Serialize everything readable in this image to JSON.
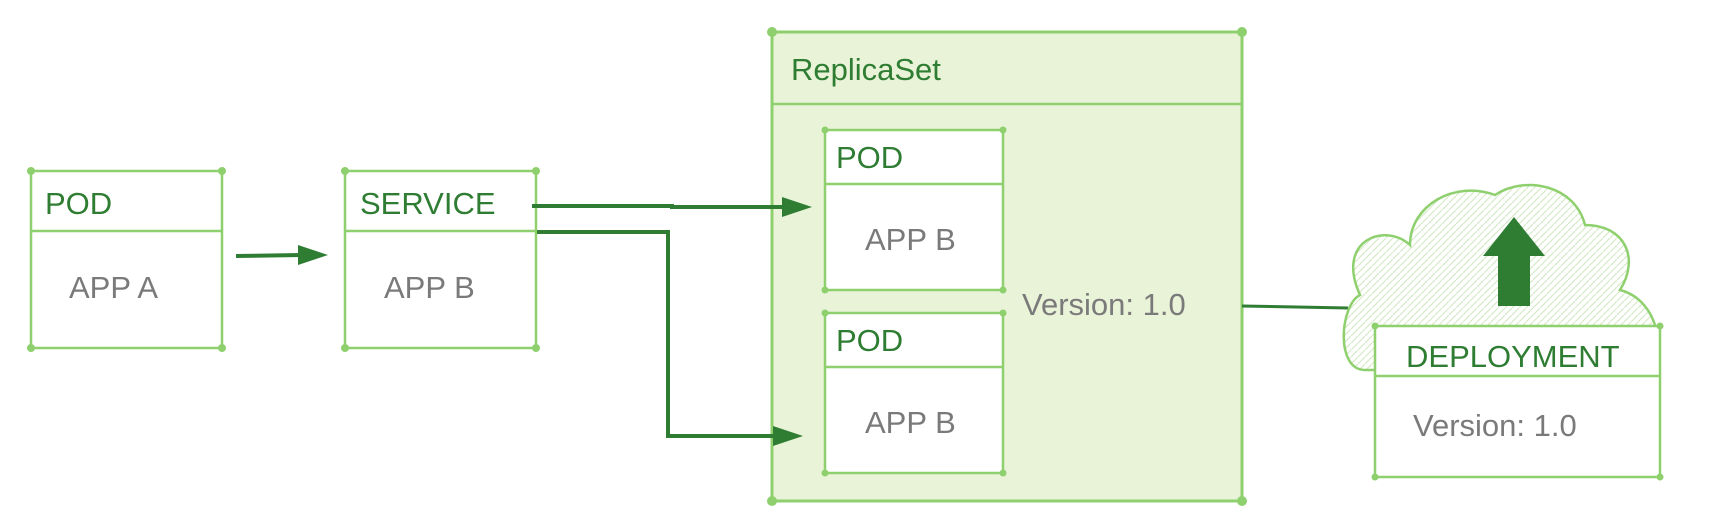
{
  "pod_a": {
    "title": "POD",
    "app": "APP A"
  },
  "service": {
    "title": "SERVICE",
    "app": "APP B"
  },
  "replicaset": {
    "title": "ReplicaSet",
    "version": "Version: 1.0",
    "pods": [
      {
        "title": "POD",
        "app": "APP B"
      },
      {
        "title": "POD",
        "app": "APP B"
      }
    ]
  },
  "deployment": {
    "title": "DEPLOYMENT",
    "version": "Version: 1.0",
    "icon": "upload-arrow-cloud-icon"
  },
  "colors": {
    "border": "#8fd06e",
    "accent": "#2e7d32",
    "fill": "#e9f3d8",
    "text": "#7a7a7a"
  }
}
